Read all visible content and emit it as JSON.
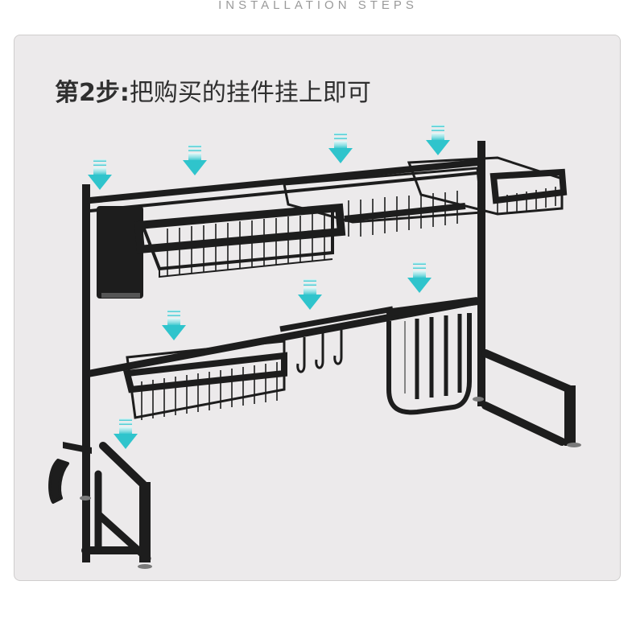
{
  "header": {
    "title": "INSTALLATION  STEPS"
  },
  "card": {
    "step_label": "第2步:",
    "step_text": "把购买的挂件挂上即可"
  },
  "colors": {
    "rack": "#1d1d1d",
    "arrow_top": "#e6f8f8",
    "arrow_bottom": "#34c7cf",
    "card_bg": "#eceaeb"
  },
  "icons": [
    "down-arrow-icon"
  ]
}
